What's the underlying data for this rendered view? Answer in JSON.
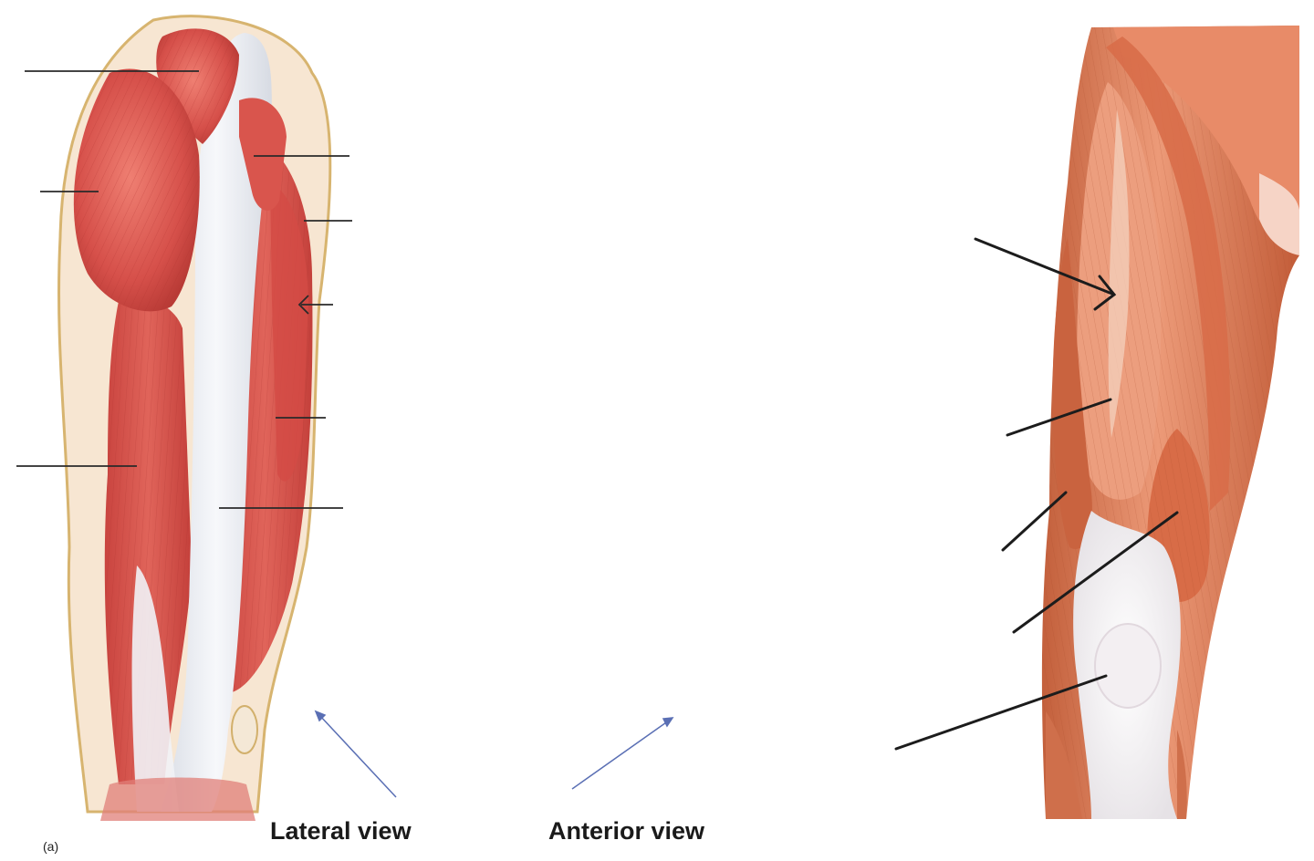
{
  "figure": {
    "panel_label": "(a)",
    "captions": {
      "lateral": "Lateral view",
      "anterior": "Anterior view"
    }
  },
  "colors": {
    "muscle": "#d9564f",
    "muscle_dark": "#b83a36",
    "muscle_light": "#e98a7c",
    "tendon": "#eef0f4",
    "skin_outline": "#d8b779",
    "skin_fill": "#f6e4cf",
    "leader_line": "#1c1c1c",
    "blue_arrow": "#5a6fb4",
    "anterior_muscle": "#e0805e",
    "anterior_light": "#f0b59a",
    "anterior_dark": "#b8532f"
  }
}
